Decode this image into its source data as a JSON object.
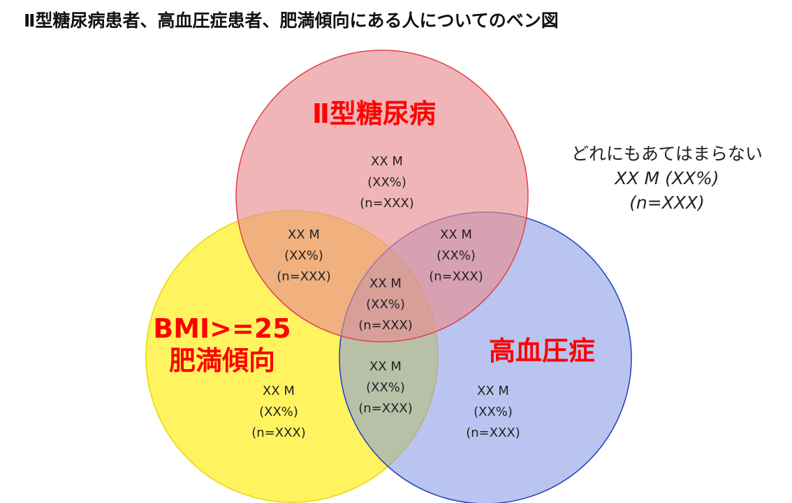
{
  "title": "Ⅱ型糖尿病患者、高血圧症患者、肥満傾向にある人についてのベン図",
  "sets": {
    "diabetes": {
      "label": "Ⅱ型糖尿病",
      "fill": "#e88e91",
      "stroke": "#e0404a"
    },
    "hypertension": {
      "label": "高血圧症",
      "fill": "#7f96e3",
      "stroke": "#1f3ec0"
    },
    "obesity": {
      "label_line1": "BMI>=25",
      "label_line2": "肥満傾向",
      "fill": "#fff23c",
      "stroke": "#e6d800"
    }
  },
  "regions": {
    "diabetes_only": {
      "count": "XX M",
      "pct": "(XX%)",
      "n": "(n=XXX)"
    },
    "diabetes_obesity": {
      "count": "XX M",
      "pct": "(XX%)",
      "n": "(n=XXX)"
    },
    "diabetes_hypertension": {
      "count": "XX M",
      "pct": "(XX%)",
      "n": "(n=XXX)"
    },
    "all_three": {
      "count": "XX M",
      "pct": "(XX%)",
      "n": "(n=XXX)"
    },
    "obesity_hypertension": {
      "count": "XX M",
      "pct": "(XX%)",
      "n": "(n=XXX)"
    },
    "obesity_only": {
      "count": "XX M",
      "pct": "(XX%)",
      "n": "(n=XXX)"
    },
    "hypertension_only": {
      "count": "XX M",
      "pct": "(XX%)",
      "n": "(n=XXX)"
    }
  },
  "outside": {
    "label": "どれにもあてはまらない",
    "count": "XX M (XX%)",
    "n": "(n=XXX)"
  }
}
